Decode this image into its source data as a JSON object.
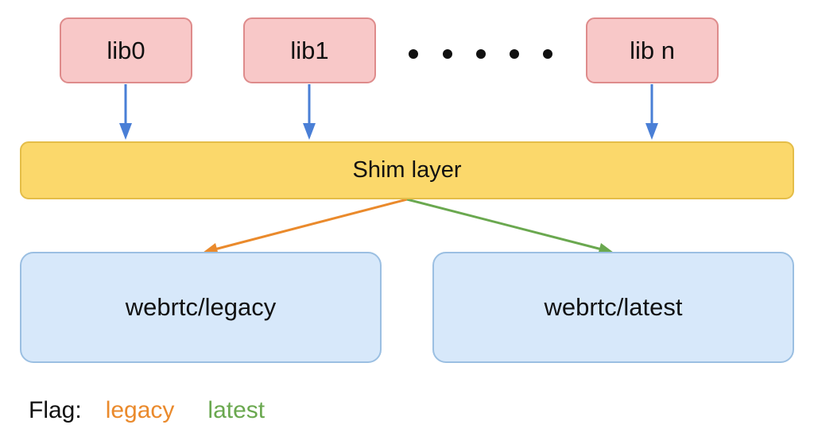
{
  "libs": {
    "lib0": "lib0",
    "lib1": "lib1",
    "libn": "lib n",
    "ellipsis": "● ● ● ● ●"
  },
  "shim": {
    "label": "Shim layer"
  },
  "targets": {
    "legacy": "webrtc/legacy",
    "latest": "webrtc/latest"
  },
  "legend": {
    "label": "Flag:",
    "legacy": "legacy",
    "latest": "latest"
  },
  "colors": {
    "lib_fill": "#f8c8c8",
    "shim_fill": "#fbd86b",
    "target_fill": "#d7e8fa",
    "arrow_blue": "#4a7fd6",
    "arrow_legacy": "#ea8a2c",
    "arrow_latest": "#6aa84f"
  }
}
